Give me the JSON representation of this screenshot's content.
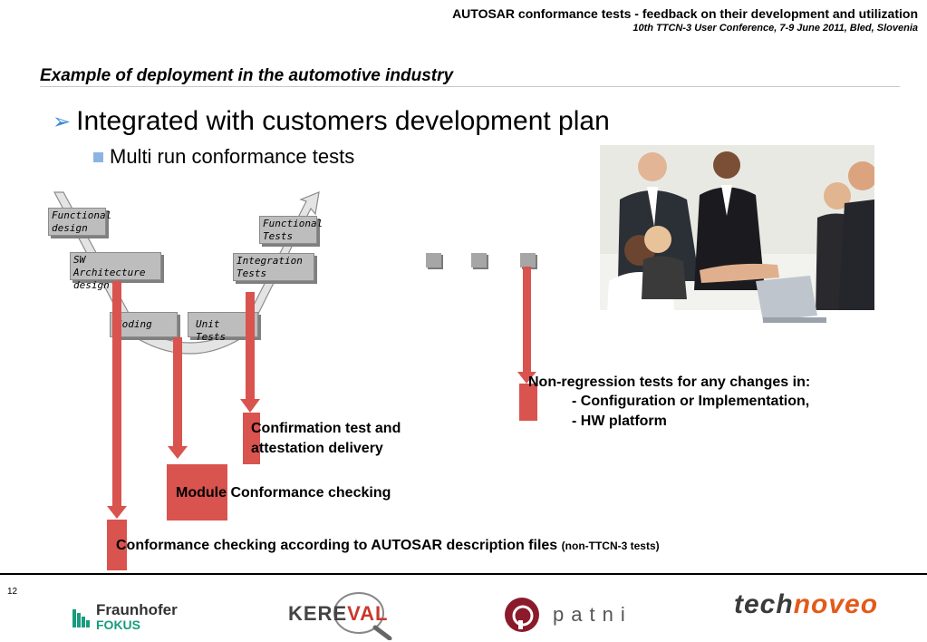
{
  "header": {
    "title": "AUTOSAR conformance tests - feedback on their development and utilization",
    "subtitle": "10th TTCN-3 User Conference, 7-9 June 2011, Bled, Slovenia"
  },
  "slide": {
    "title": "Example of deployment in the automotive industry",
    "bullet1": "Integrated with customers development plan",
    "bullet2": "Multi run conformance tests"
  },
  "vmodel": {
    "functional_design": "Functional design",
    "sw_architecture_design": "SW Architecture design",
    "coding": "Coding",
    "unit_tests": "Unit Tests",
    "integration_tests": "Integration Tests",
    "functional_tests": "Functional Tests"
  },
  "annotations": {
    "confirmation": "Confirmation test and attestation delivery",
    "module_conformance": "Module Conformance checking",
    "autosar_conformance": "Conformance checking according to AUTOSAR description files",
    "autosar_note": "(non-TTCN-3 tests)",
    "nonreg_title": "Non-regression tests for any changes in:",
    "nonreg_items": [
      "- Configuration or Implementation,",
      "- HW platform"
    ]
  },
  "footer": {
    "page_number": "12",
    "logo_fraunhofer_1": "Fraunhofer",
    "logo_fraunhofer_2": "FOKUS",
    "logo_kereval": "KEREVAL",
    "logo_patni": "patni",
    "logo_technoveo_1": "tech",
    "logo_technoveo_2": "noveo"
  },
  "colors": {
    "accent_red": "#d9534f",
    "bullet_blue": "#3a8ad6",
    "box_grey": "#bdbdbd",
    "fraunhofer_green": "#179c7d",
    "technoveo_orange": "#e35a1b"
  }
}
